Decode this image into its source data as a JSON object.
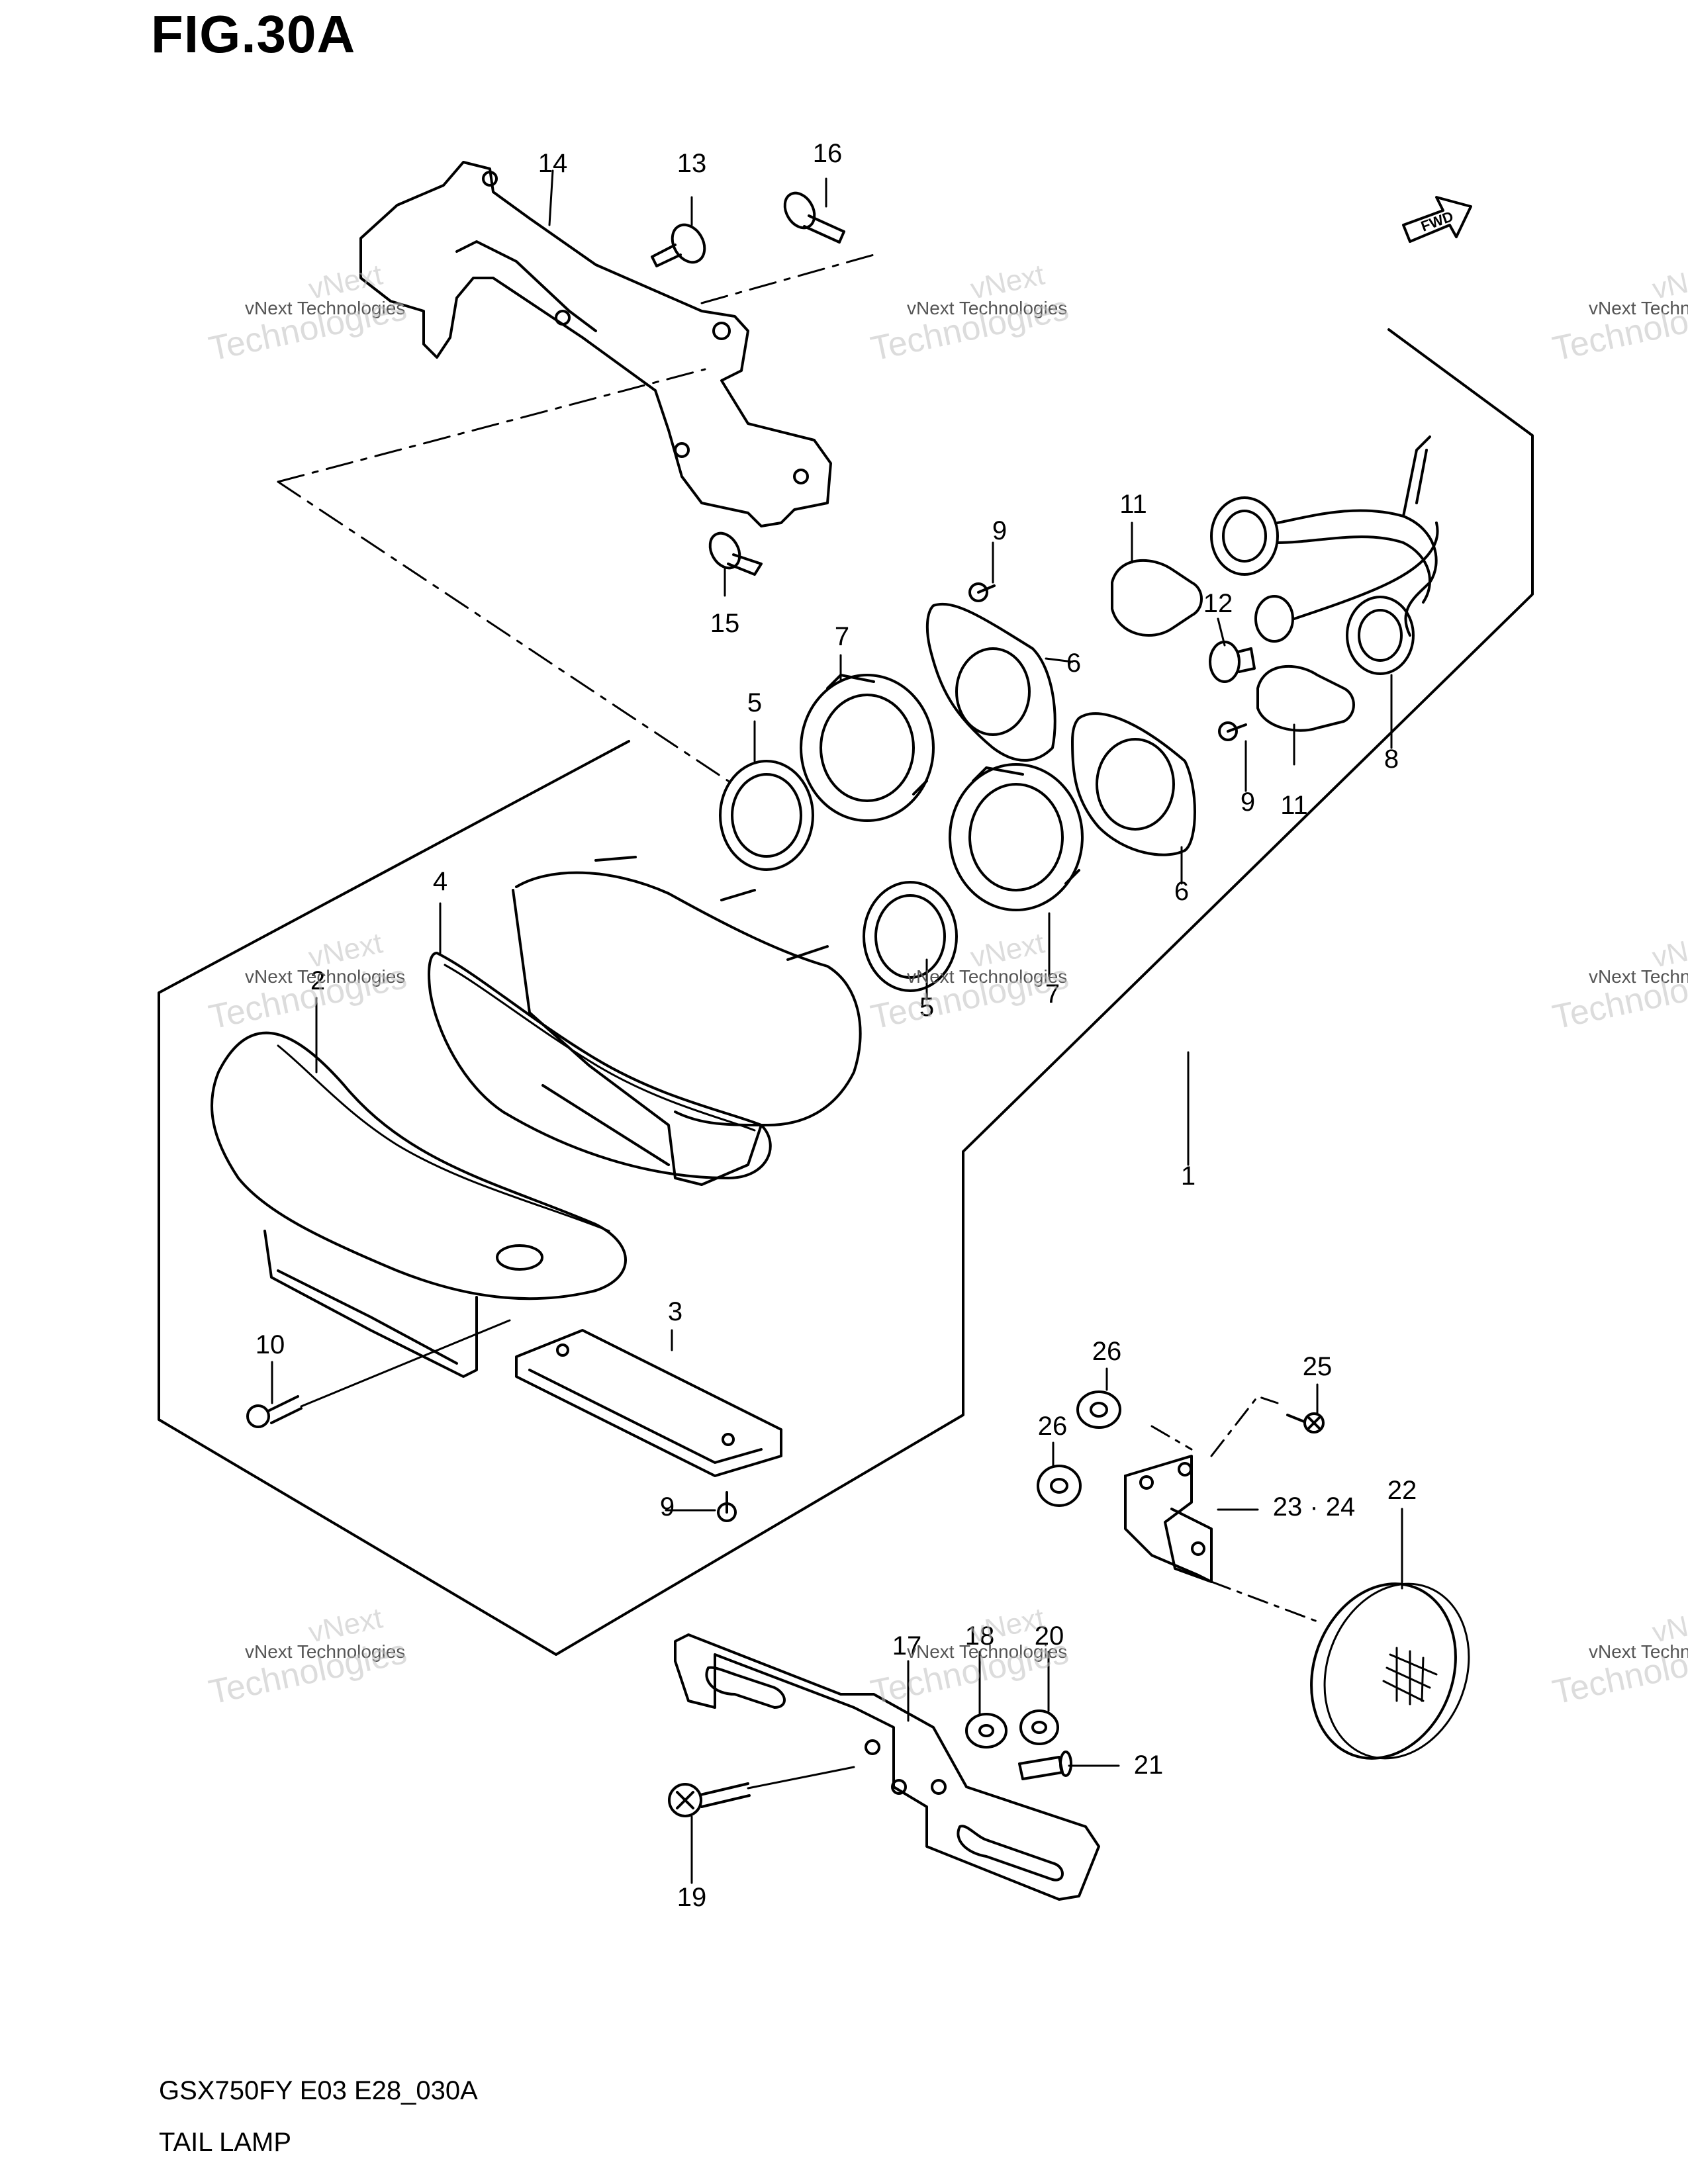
{
  "figure": {
    "title": "FIG.30A",
    "drawing_code": "GSX750FY E03 E28_030A",
    "section_name": "TAIL LAMP",
    "fwd_label": "FWD"
  },
  "watermark": {
    "brand": "vNext",
    "line": "vNext Technologies",
    "word": "Technologies"
  },
  "callouts": [
    "1",
    "2",
    "3",
    "4",
    "5",
    "5",
    "6",
    "6",
    "7",
    "7",
    "8",
    "9",
    "9",
    "9",
    "10",
    "11",
    "11",
    "12",
    "13",
    "14",
    "15",
    "16",
    "17",
    "18",
    "19",
    "20",
    "21",
    "22",
    "23 · 24",
    "25",
    "26",
    "26"
  ]
}
